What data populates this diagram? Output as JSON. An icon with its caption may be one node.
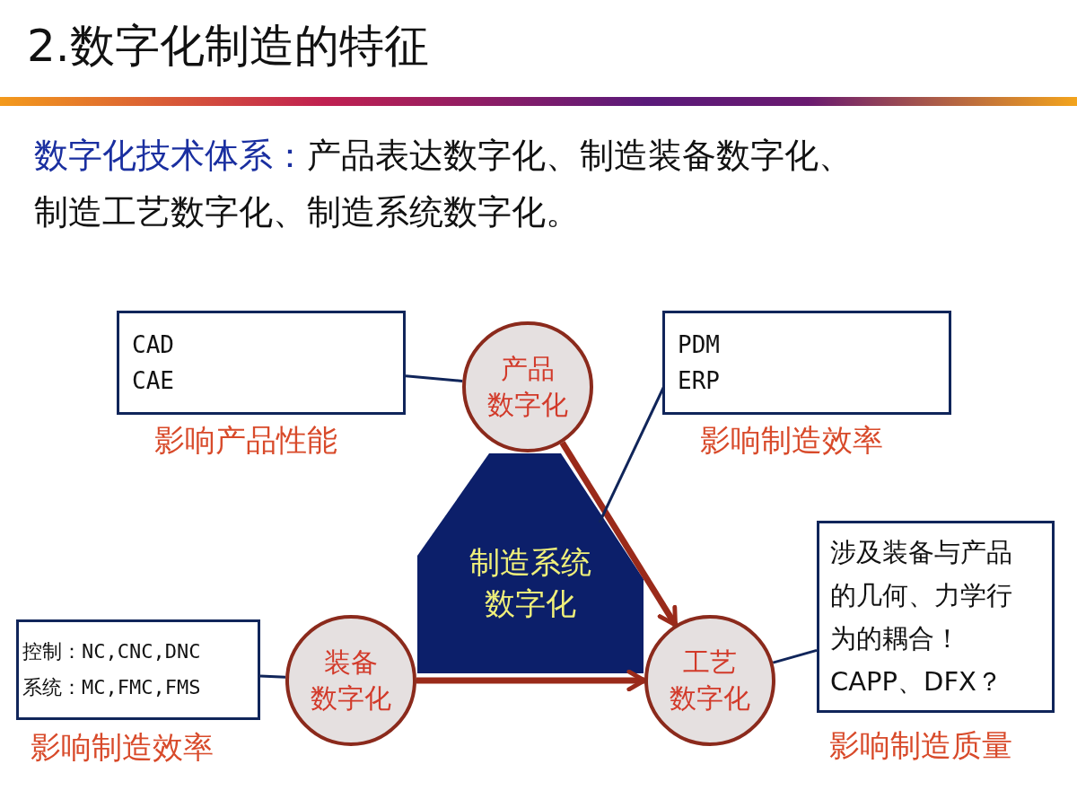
{
  "diagram": {
    "title": "2.数字化制造的特征",
    "nodes": [
      {
        "text": [
          "制造系统数字化"
        ]
      },
      {
        "text": [
          "产品数字化"
        ]
      },
      {
        "text": [
          "装备数字化"
        ]
      },
      {
        "text": [
          "工艺数字化"
        ]
      },
      {
        "text": [
          "CAD",
          "CAE"
        ],
        "beside": [
          "影响产品性能"
        ]
      },
      {
        "text": [
          "PDM",
          "ERP"
        ],
        "beside": [
          "影响制造效率"
        ]
      },
      {
        "text": [
          "控制：NC,CNC,DNC",
          "系统：MC,FMC,FMS"
        ],
        "beside": [
          "影响制造效率"
        ]
      },
      {
        "text": [
          "涉及装备与产品的几何、力学行为的耦合！",
          "CAPP、DFX？"
        ],
        "beside": [
          "影响制造质量"
        ]
      }
    ],
    "edges": [
      {
        "from": 1,
        "to": 3,
        "arrow": "to",
        "style": "thick",
        "color": "#9a2a1a"
      },
      {
        "from": 2,
        "to": 3,
        "arrow": "to",
        "style": "thick",
        "color": "#9a2a1a"
      },
      {
        "from": 4,
        "to": 1,
        "arrow": "none"
      },
      {
        "from": 5,
        "to": 0,
        "arrow": "none"
      },
      {
        "from": 6,
        "to": 2,
        "arrow": "none"
      },
      {
        "from": 7,
        "to": 3,
        "arrow": "none"
      }
    ],
    "labels": [
      "数字化技术体系：",
      "产品表达数字化、制造装备数字化、制造工艺数字化、制造系统数字化。"
    ]
  }
}
